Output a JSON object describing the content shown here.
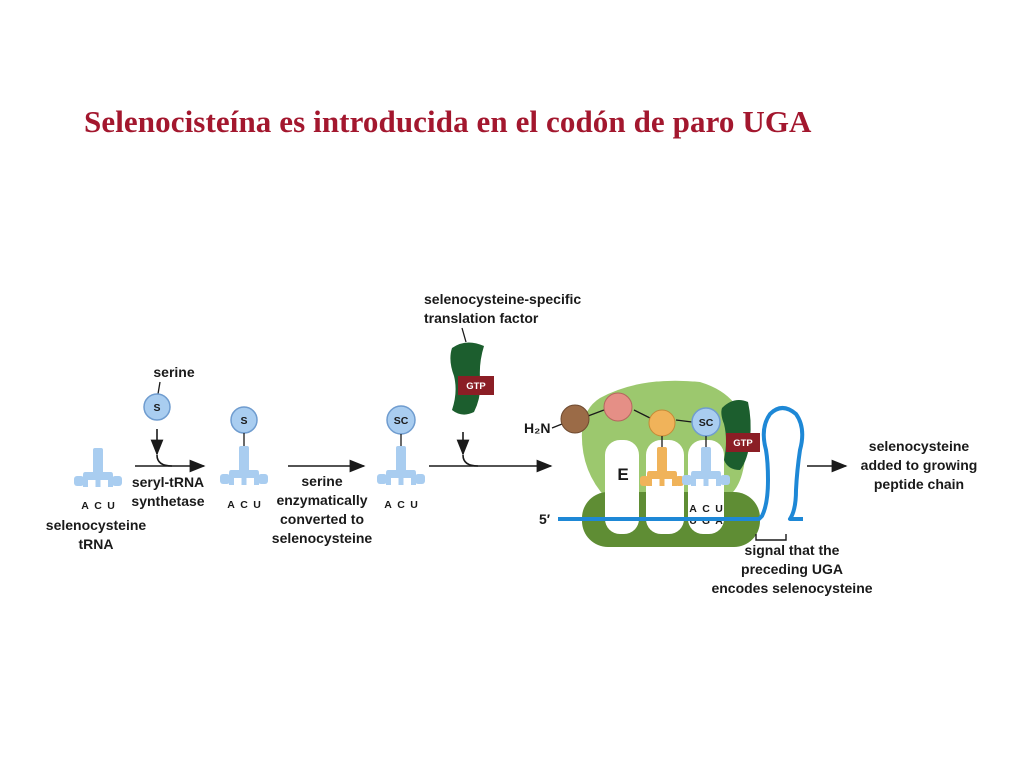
{
  "title": "Selenocisteína es introducida en el codón de paro UGA",
  "colors": {
    "title": "#a3172e",
    "trna": "#a9cdf0",
    "trna_dark": "#6f9ccf",
    "factor": "#1c5e2e",
    "gtp": "#8b1e25",
    "ribosome_large": "#9cc86e",
    "ribosome_small": "#5f8d34",
    "mrna": "#1e88d6",
    "aa_brown": "#9b6b47",
    "aa_pink": "#e58f86",
    "aa_orange": "#f0b35a"
  },
  "labels": {
    "serine": "serine",
    "selenocysteine_trna_line1": "selenocysteine",
    "selenocysteine_trna_line2": "tRNA",
    "synthetase_line1": "seryl-tRNA",
    "synthetase_line2": "synthetase",
    "conversion_line1": "serine",
    "conversion_line2": "enzymatically",
    "conversion_line3": "converted to",
    "conversion_line4": "selenocysteine",
    "factor_line1": "selenocysteine-specific",
    "factor_line2": "translation factor",
    "result_line1": "selenocysteine",
    "result_line2": "added to growing",
    "result_line3": "peptide chain",
    "signal_line1": "signal that the",
    "signal_line2": "preceding UGA",
    "signal_line3": "encodes selenocysteine",
    "h2n": "H₂N",
    "five_prime": "5′",
    "e_site": "E"
  },
  "anticodon": [
    "A",
    "C",
    "U"
  ],
  "codon": [
    "U",
    "G",
    "A"
  ],
  "ball_s": "S",
  "ball_sc": "SC",
  "gtp": "GTP"
}
